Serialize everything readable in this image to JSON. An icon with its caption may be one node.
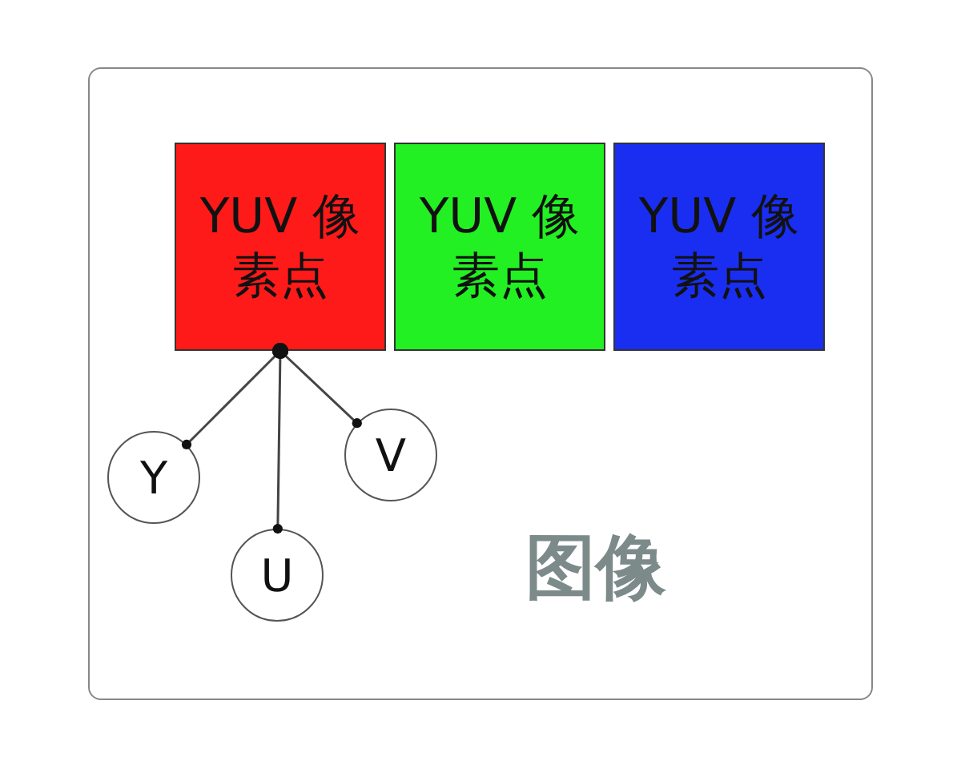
{
  "diagram": {
    "nodes": [
      {
        "text": [
          "图像"
        ]
      },
      {
        "text": [
          "YUV 像素点"
        ],
        "in": 0
      },
      {
        "text": [
          "YUV 像素点"
        ],
        "in": 0
      },
      {
        "text": [
          "YUV 像素点"
        ],
        "in": 0
      },
      {
        "text": [
          "Y"
        ],
        "in": 0
      },
      {
        "text": [
          "U"
        ],
        "in": 0
      },
      {
        "text": [
          "V"
        ],
        "in": 0
      }
    ],
    "edges": [
      {
        "from": 1,
        "to": 4,
        "arrow": "other"
      },
      {
        "from": 1,
        "to": 5,
        "arrow": "other"
      },
      {
        "from": 1,
        "to": 6,
        "arrow": "other"
      }
    ]
  }
}
